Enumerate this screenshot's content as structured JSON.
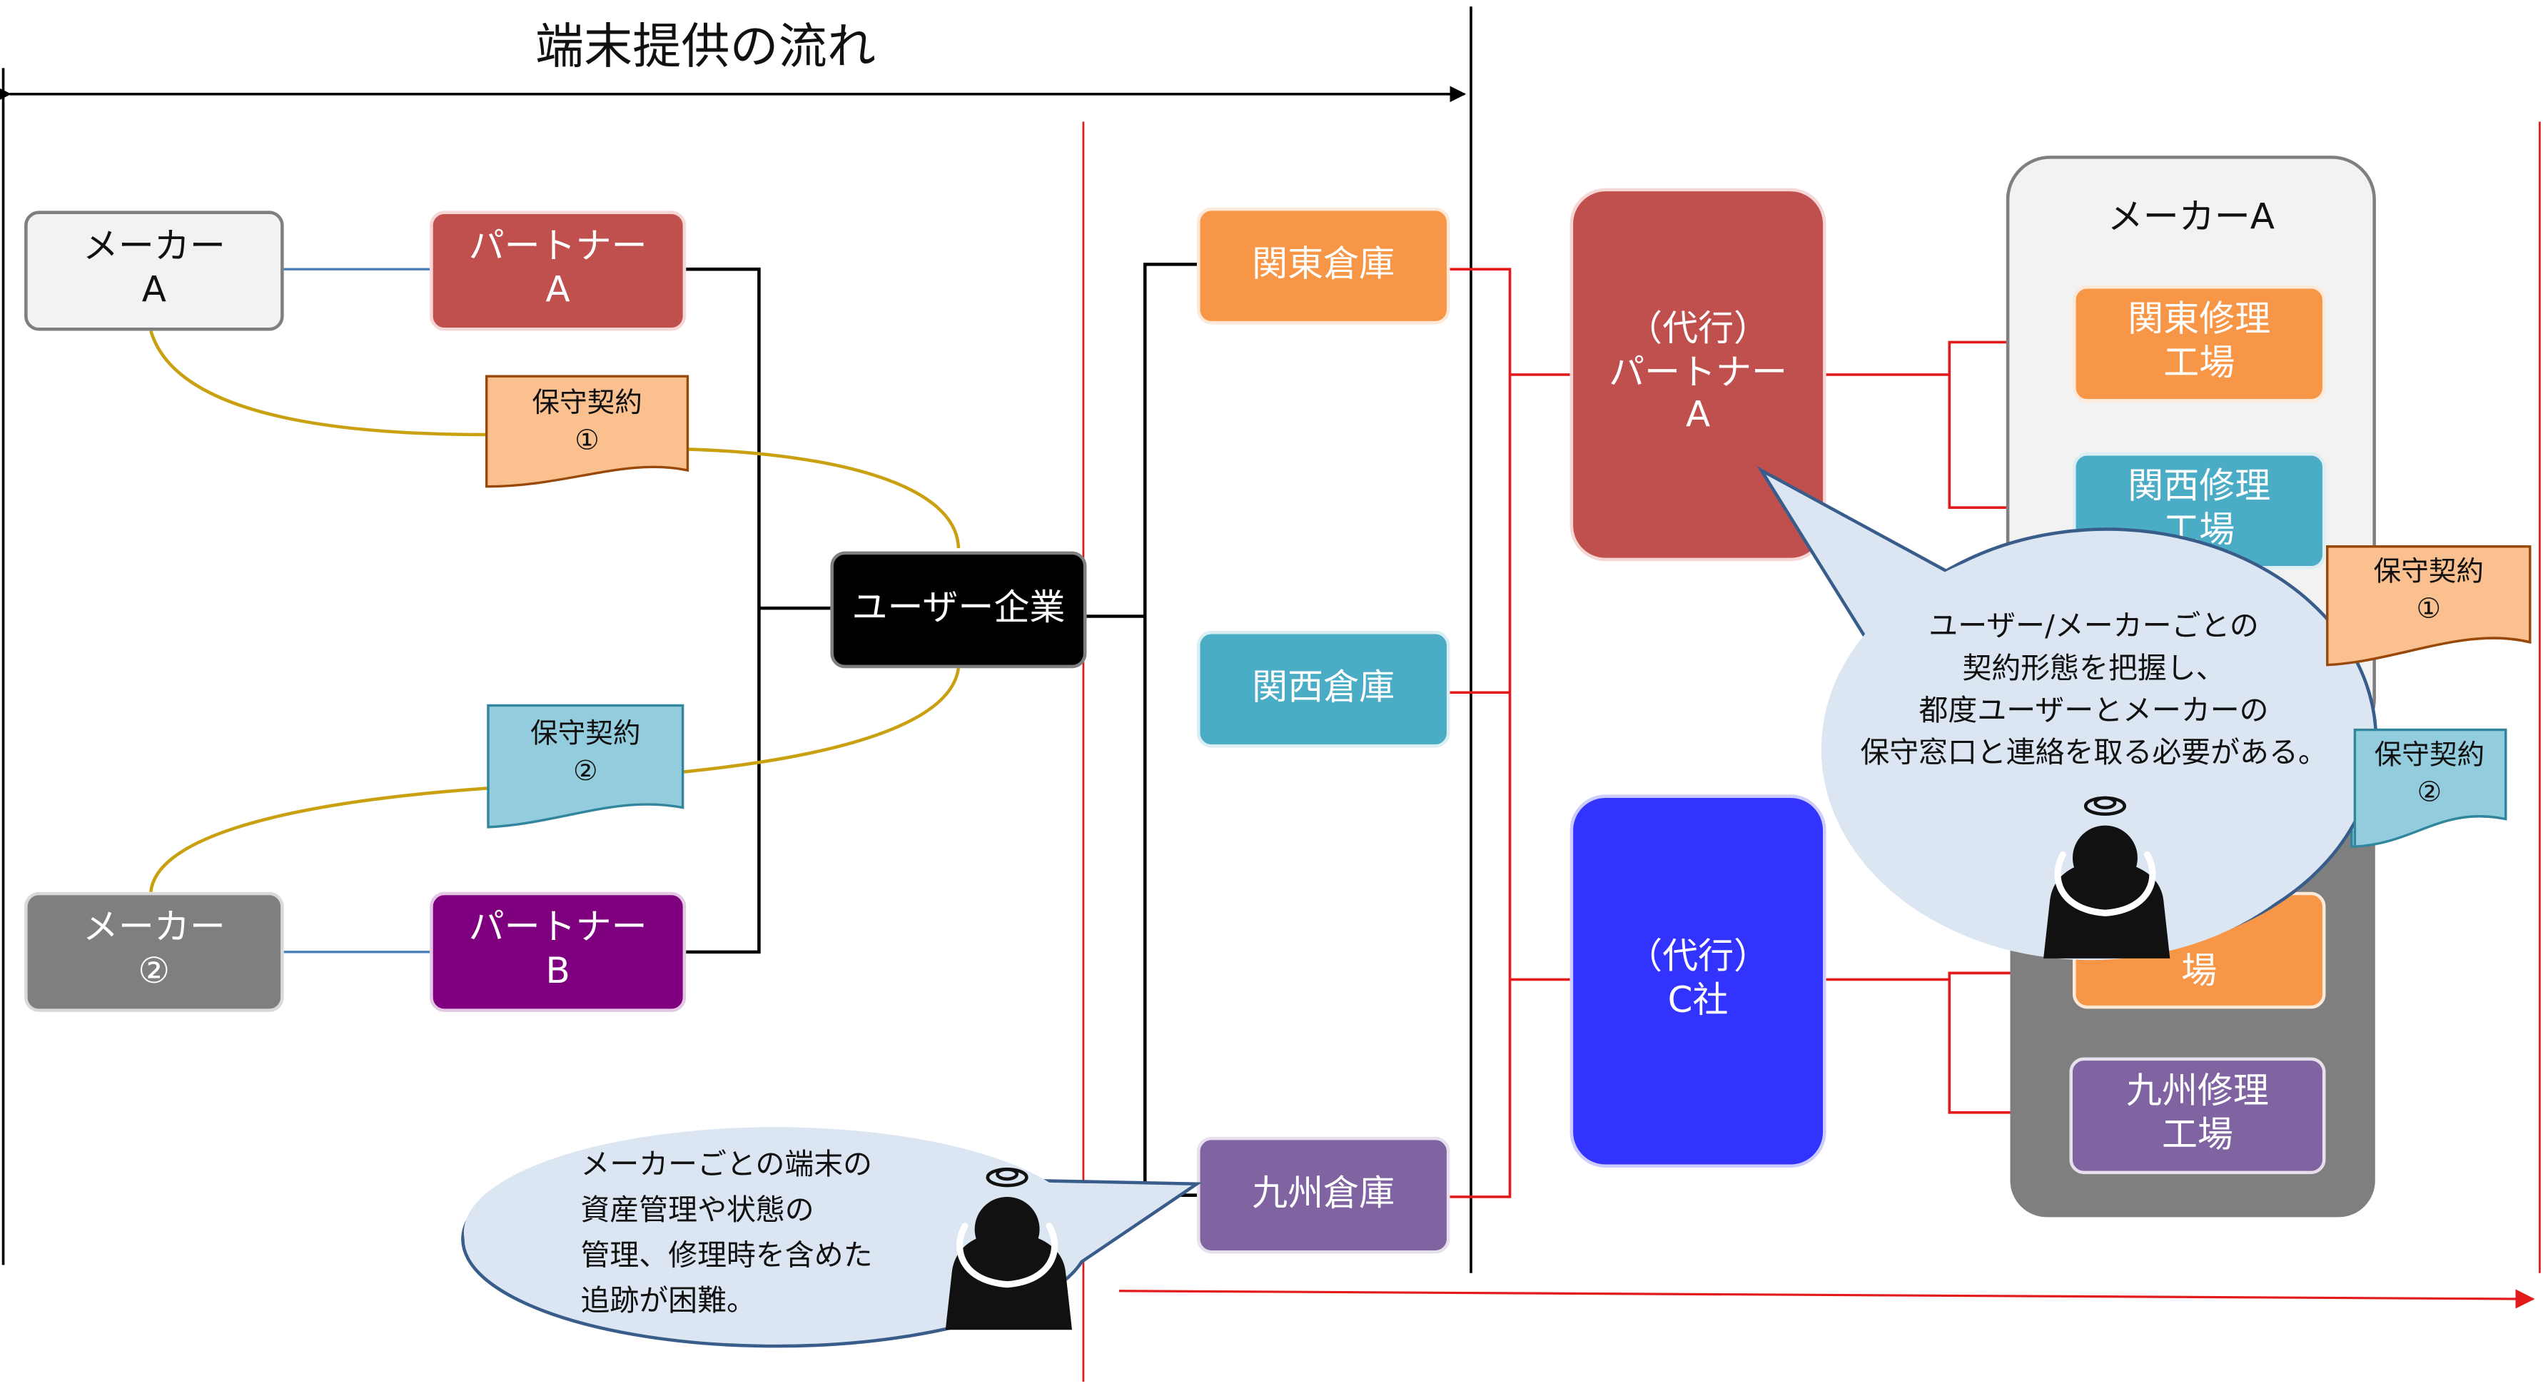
{
  "title": "端末提供の流れ",
  "left_flow": {
    "maker_a": [
      "メーカー",
      "A"
    ],
    "maker_2": [
      "メーカー",
      "②"
    ],
    "partner_a": [
      "パートナー",
      "A"
    ],
    "partner_b": [
      "パートナー",
      "B"
    ],
    "contract_1": [
      "保守契約",
      "①"
    ],
    "contract_2": [
      "保守契約",
      "②"
    ],
    "user_company": "ユーザー企業"
  },
  "warehouses": {
    "kanto": "関東倉庫",
    "kansai": "関西倉庫",
    "kyushu": "九州倉庫"
  },
  "agents": {
    "partner_a": [
      "（代行）",
      "パートナー",
      "A"
    ],
    "company_c": [
      "（代行）",
      "C社"
    ]
  },
  "maker_a_group": {
    "title": "メーカーA",
    "kanto_factory": [
      "関東修理",
      "工場"
    ],
    "kansai_factory": [
      "関西修理",
      "工場"
    ],
    "contract_1": [
      "保守契約",
      "①"
    ],
    "contract_2": [
      "保守契約",
      "②"
    ]
  },
  "maker_2_group": {
    "factory_partial": "場",
    "kyushu_factory": [
      "九州修理",
      "工場"
    ]
  },
  "callouts": {
    "left": [
      "メーカーごとの端末の",
      "資産管理や状態の",
      "管理、修理時を含めた",
      "追跡が困難。"
    ],
    "right": [
      "ユーザー/メーカーごとの",
      "契約形態を把握し、",
      "都度ユーザーとメーカーの",
      "保守窓口と連絡を取る必要がある。"
    ]
  },
  "colors": {
    "partner_a": "#c0504d",
    "partner_b": "#7f007f",
    "orange": "#f79646",
    "teal": "#4bacc6",
    "purple": "#8064a2",
    "blue": "#3333ff",
    "gray": "#7f7f7f",
    "callout": "#dce6f2",
    "contract_1": "#fac090",
    "contract_2": "#93cddd"
  }
}
